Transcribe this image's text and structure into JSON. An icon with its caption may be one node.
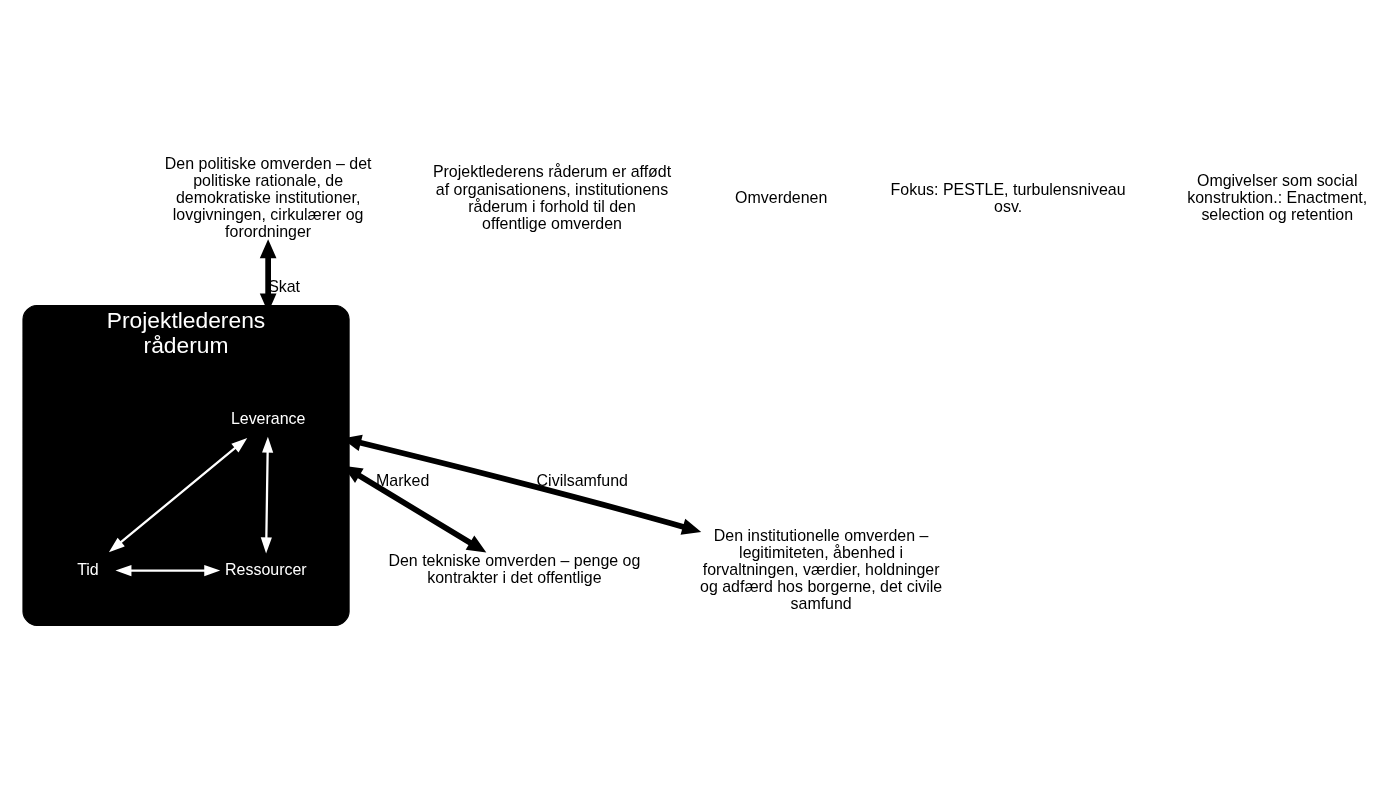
{
  "diagram": {
    "nodes": [
      {
        "text": [
          "Projektlederens råderum"
        ]
      },
      {
        "text": [
          "Leverance"
        ],
        "in": 0
      },
      {
        "text": [
          "Tid"
        ],
        "in": 0
      },
      {
        "text": [
          "Ressourcer"
        ],
        "in": 0
      },
      {
        "text": [
          "Den politiske omverden – det politiske rationale, de demokratiske institutioner, lovgivningen, cirkulærer og forordninger"
        ]
      },
      {
        "text": [
          "Den tekniske omverden – penge og kontrakter i det offentlige"
        ]
      },
      {
        "text": [
          "Den institutionelle omverden – legitimiteten, åbenhed i forvaltningen, værdier, holdninger og adfærd hos borgerne, det civile samfund"
        ]
      }
    ],
    "edges": [
      {
        "from": 4,
        "to": 0,
        "arrow": "both",
        "label": "Skat",
        "style": "thick"
      },
      {
        "from": 0,
        "to": 5,
        "arrow": "both",
        "label": "Marked",
        "style": "thick"
      },
      {
        "from": 0,
        "to": 6,
        "arrow": "both",
        "label": "Civilsamfund",
        "style": "thick"
      },
      {
        "from": 1,
        "to": 2,
        "arrow": "both",
        "color": "#ffffff"
      },
      {
        "from": 1,
        "to": 3,
        "arrow": "both",
        "color": "#ffffff"
      },
      {
        "from": 2,
        "to": 3,
        "arrow": "both",
        "color": "#ffffff"
      }
    ],
    "labels": [
      "Projektlederens råderum er affødt af organisationens, institutionens råderum i forhold til den offentlige omverden",
      "Omverdenen",
      "Fokus: PESTLE, turbulensniveau osv.",
      "Omgivelser som social konstruktion.: Enactment, selection og retention"
    ]
  }
}
